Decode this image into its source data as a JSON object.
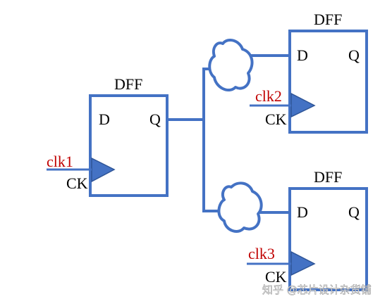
{
  "flipflops": [
    {
      "id": "ff1",
      "title": "DFF",
      "d_label": "D",
      "q_label": "Q",
      "ck_label": "CK",
      "clock": "clk1"
    },
    {
      "id": "ff2",
      "title": "DFF",
      "d_label": "D",
      "q_label": "Q",
      "ck_label": "CK",
      "clock": "clk2"
    },
    {
      "id": "ff3",
      "title": "DFF",
      "d_label": "D",
      "q_label": "Q",
      "ck_label": "CK",
      "clock": "clk3"
    }
  ],
  "watermark": "知乎 @芯片设计杂货铺",
  "colors": {
    "wire": "#4472c4",
    "clock_label": "#c00000",
    "text": "#000000",
    "background": "#ffffff"
  }
}
